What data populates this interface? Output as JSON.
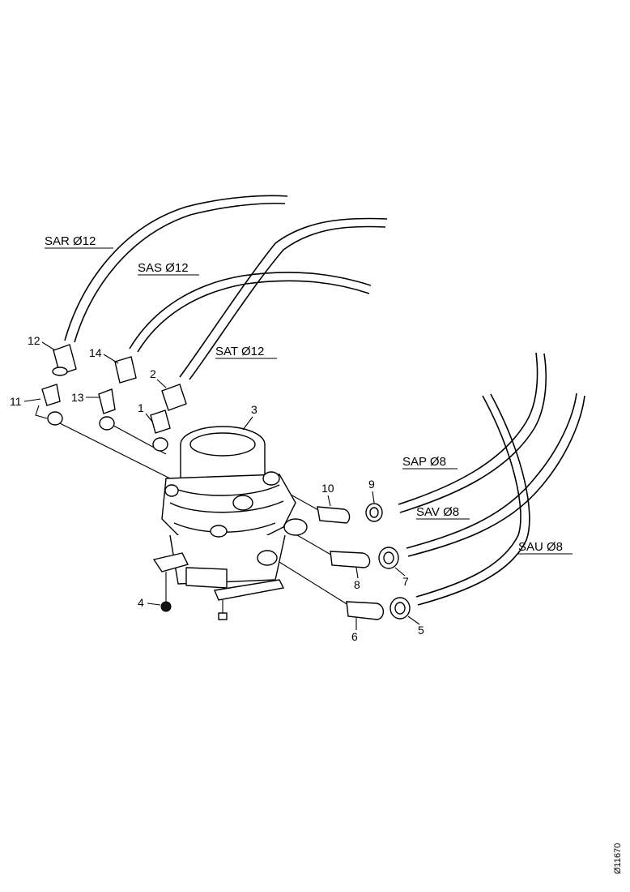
{
  "hoses": {
    "sar": "SAR Ø12",
    "sas": "SAS Ø12",
    "sat": "SAT Ø12",
    "sap": "SAP Ø8",
    "sav": "SAV Ø8",
    "sau": "SAU Ø8"
  },
  "callouts": {
    "c1": "1",
    "c2": "2",
    "c3": "3",
    "c4": "4",
    "c5": "5",
    "c6": "6",
    "c7": "7",
    "c8": "8",
    "c9": "9",
    "c10": "10",
    "c11": "11",
    "c12": "12",
    "c13": "13",
    "c14": "14"
  },
  "document_id": "Ø11670"
}
